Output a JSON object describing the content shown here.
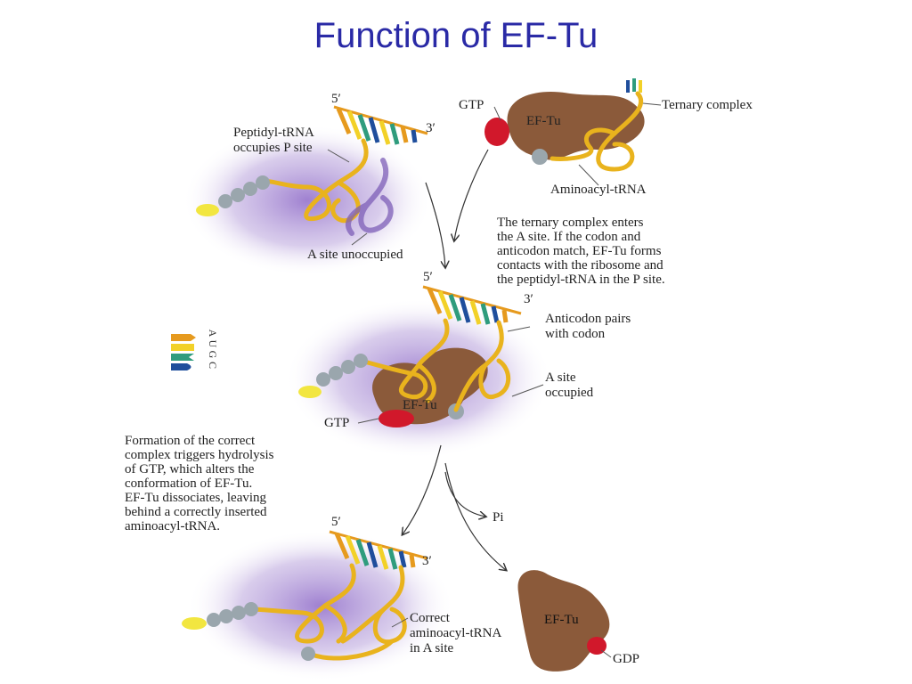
{
  "title": "Function of EF-Tu",
  "colors": {
    "title": "#2a2aa6",
    "ribosome": "#b9a3dc",
    "tRNA": "#e9b31d",
    "ef_tu": "#8b5a3a",
    "gtp": "#d1182b",
    "aminoacid": "#9aa6ad",
    "peptide_end": "#f2e640"
  },
  "legend": {
    "letters": [
      "A",
      "U",
      "G",
      "C"
    ],
    "colors": [
      "#e69a1e",
      "#f2d128",
      "#2f9c7d",
      "#1f4e9c"
    ]
  },
  "top_left": {
    "five_prime": "5′",
    "three_prime": "3′",
    "peptidyl_label": [
      "Peptidyl-tRNA",
      "occupies P site"
    ],
    "a_site_label": "A site unoccupied"
  },
  "top_right": {
    "gtp_label": "GTP",
    "eftu_label": "EF-Tu",
    "ternary_label": "Ternary complex",
    "aminoacyl_label": "Aminoacyl-tRNA"
  },
  "step1_text": "The ternary complex enters\nthe A site. If the codon and\nanticodon match, EF-Tu forms\ncontacts with the ribosome and\nthe peptidyl-tRNA in the P site.",
  "middle": {
    "five_prime": "5′",
    "three_prime": "3′",
    "anticodon_label": [
      "Anticodon pairs",
      "with codon"
    ],
    "a_site_label": [
      "A site",
      "occupied"
    ],
    "eftu_label": "EF-Tu",
    "gtp_label": "GTP"
  },
  "step2_text": "Formation of the correct\ncomplex triggers hydrolysis\nof GTP, which alters the\nconformation of EF-Tu.\nEF-Tu dissociates, leaving\nbehind a correctly inserted\naminoacyl-tRNA.",
  "pi_label": "Pi",
  "bottom": {
    "five_prime": "5′",
    "three_prime": "3′",
    "correct_label": [
      "Correct",
      "aminoacyl-tRNA",
      "in A site"
    ],
    "eftu_label": "EF-Tu",
    "gdp_label": "GDP"
  }
}
